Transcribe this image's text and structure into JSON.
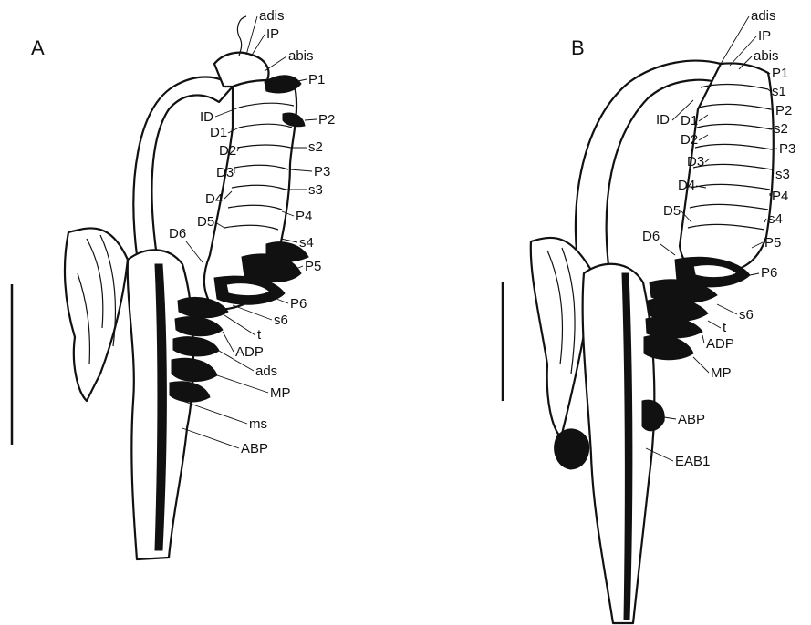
{
  "panels": [
    {
      "letter": "A",
      "labels": {
        "adis": "adis",
        "IP": "IP",
        "abis": "abis",
        "P1": "P1",
        "ID": "ID",
        "D1": "D1",
        "P2": "P2",
        "D2": "D2",
        "s2": "s2",
        "P3": "P3",
        "D3": "D3",
        "s3": "s3",
        "D4": "D4",
        "P4": "P4",
        "D5": "D5",
        "D6": "D6",
        "s4": "s4",
        "P5": "P5",
        "P6": "P6",
        "s6": "s6",
        "t": "t",
        "ADP": "ADP",
        "ads": "ads",
        "MP": "MP",
        "ms": "ms",
        "ABP": "ABP"
      }
    },
    {
      "letter": "B",
      "labels": {
        "adis": "adis",
        "IP": "IP",
        "abis": "abis",
        "P1": "P1",
        "s1": "s1",
        "ID": "ID",
        "P2": "P2",
        "D1": "D1",
        "s2": "s2",
        "D2": "D2",
        "P3": "P3",
        "D3": "D3",
        "s3": "s3",
        "D4": "D4",
        "P4": "P4",
        "D5": "D5",
        "s4": "s4",
        "D6": "D6",
        "P5": "P5",
        "P6": "P6",
        "s6": "s6",
        "t": "t",
        "ADP": "ADP",
        "MP": "MP",
        "ABP": "ABP",
        "EAB1": "EAB1"
      }
    }
  ]
}
